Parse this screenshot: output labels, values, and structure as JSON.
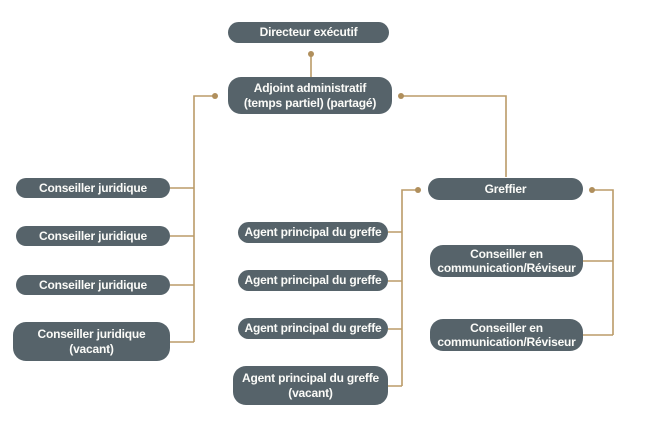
{
  "chart_type": "org-chart",
  "colors": {
    "node_fill": "#56636a",
    "node_text": "#fbfbf8",
    "connector": "#bb9b68",
    "connector_dot": "#b08f5c",
    "background": "#ffffff"
  },
  "nodes": {
    "directeur": {
      "label": "Directeur exécutif"
    },
    "adjoint": {
      "label": "Adjoint administratif\n(temps partiel) (partagé)"
    },
    "conseiller_juridique_1": {
      "label": "Conseiller juridique"
    },
    "conseiller_juridique_2": {
      "label": "Conseiller juridique"
    },
    "conseiller_juridique_3": {
      "label": "Conseiller juridique"
    },
    "conseiller_juridique_vacant": {
      "label": "Conseiller juridique\n(vacant)"
    },
    "agent_greffe_1": {
      "label": "Agent principal du greffe"
    },
    "agent_greffe_2": {
      "label": "Agent principal du greffe"
    },
    "agent_greffe_3": {
      "label": "Agent principal du greffe"
    },
    "agent_greffe_vacant": {
      "label": "Agent principal du greffe\n(vacant)"
    },
    "greffier": {
      "label": "Greffier"
    },
    "conseiller_communication_1": {
      "label": "Conseiller en\ncommunication/Réviseur"
    },
    "conseiller_communication_2": {
      "label": "Conseiller en\ncommunication/Réviseur"
    }
  },
  "edges": [
    {
      "from": "directeur",
      "to": "adjoint"
    },
    {
      "from": "adjoint",
      "to": [
        "conseiller_juridique_1",
        "conseiller_juridique_2",
        "conseiller_juridique_3",
        "conseiller_juridique_vacant"
      ]
    },
    {
      "from": "adjoint",
      "to": "greffier"
    },
    {
      "from": "greffier",
      "to": [
        "agent_greffe_1",
        "agent_greffe_2",
        "agent_greffe_3",
        "agent_greffe_vacant"
      ]
    },
    {
      "from": "greffier",
      "to": [
        "conseiller_communication_1",
        "conseiller_communication_2"
      ]
    }
  ]
}
